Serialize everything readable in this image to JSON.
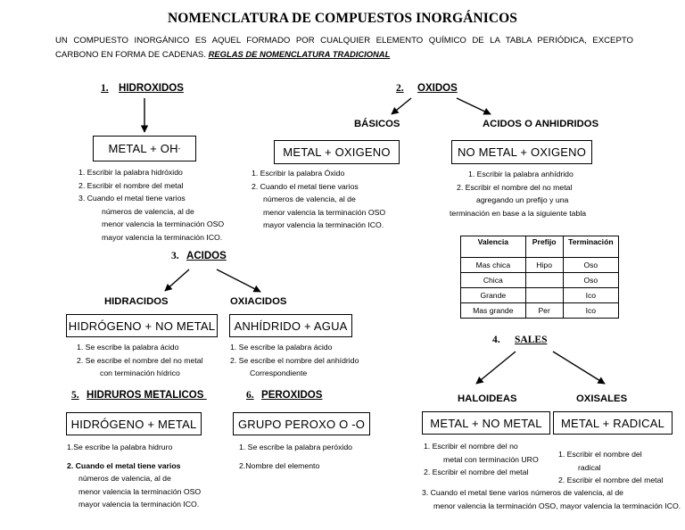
{
  "document": {
    "title": "NOMENCLATURA DE COMPUESTOS INORGÁNICOS",
    "intro_line1": "UN COMPUESTO INORGÁNICO ES AQUEL FORMADO POR CUALQUIER ELEMENTO QUÍMICO DE LA TABLA PERIÓDICA, EXCEPTO",
    "intro_line2": "CARBONO EN FORMA DE CADENAS.",
    "intro_rules": "REGLAS DE NOMENCLATURA TRADICIONAL"
  },
  "sections": {
    "hidroxidos": {
      "number": "1.",
      "title": "HIDROXIDOS",
      "box": "METAL  +  OH",
      "box_sup": "-",
      "notes": [
        "1.    Escribir la palabra hidróxido",
        "2.    Escribir el nombre del metal",
        "3.    Cuando el metal tiene varios",
        "números de valencia, al de",
        "menor valencia la terminación OSO",
        "mayor valencia la terminación ICO."
      ]
    },
    "oxidos": {
      "number": "2.",
      "title": "OXIDOS",
      "basicos": {
        "title": "BÁSICOS",
        "box": "METAL + OXIGENO",
        "notes": [
          "1. Escribir la palabra Óxido",
          "2. Cuando el metal tiene varios",
          "números de valencia, al de",
          "menor valencia la terminación OSO",
          "mayor valencia la terminación ICO."
        ]
      },
      "acidos_anhidridos": {
        "title": "ACIDOS O ANHIDRIDOS",
        "box": "NO METAL + OXIGENO",
        "notes": [
          "1.    Escribir la palabra anhídrido",
          "2. Escribir el nombre del no metal",
          "agregando un prefijo y una",
          "terminación en base a la siguiente tabla"
        ]
      }
    },
    "tabla_valencia": {
      "headers": [
        "Valencia",
        "Prefijo",
        "Terminación"
      ],
      "rows": [
        [
          "Mas chica",
          "Hipo",
          "Oso"
        ],
        [
          "Chica",
          "",
          "Oso"
        ],
        [
          "Grande",
          "",
          "Ico"
        ],
        [
          "Mas grande",
          "Per",
          "Ico"
        ]
      ]
    },
    "acidos": {
      "number": "3.",
      "title": "ACIDOS",
      "hidracidos": {
        "title": "HIDRACIDOS",
        "box": "HIDRÓGENO  +  NO METAL",
        "notes": [
          "1.    Se escribe la palabra ácido",
          "2.    Se escribe el nombre del no metal",
          "con terminación hídrico"
        ]
      },
      "oxiacidos": {
        "title": "OXIACIDOS",
        "box": "ANHÍDRIDO  +  AGUA",
        "notes": [
          "1.      Se escribe la palabra ácido",
          "2.    Se escribe el nombre del anhídrido",
          "Correspondiente"
        ]
      }
    },
    "sales": {
      "number": "4.",
      "title": "SALES",
      "haloideas": {
        "title": "HALOIDEAS",
        "box": "METAL + NO METAL",
        "notes": [
          "1. Escribir el nombre del no",
          "metal con terminación URO",
          "2. Escribir el nombre del metal"
        ]
      },
      "oxisales": {
        "title": "OXISALES",
        "box": "METAL + RADICAL",
        "notes": [
          "1.     Escribir el nombre del",
          "radical",
          "2.     Escribir el nombre del metal"
        ]
      },
      "shared_notes": [
        "3. Cuando el metal tiene varios  números de valencia, al de",
        "menor valencia la terminación OSO, mayor valencia la terminación ICO."
      ]
    },
    "hidruros_metalicos": {
      "number": "5.",
      "title": "HIDRUROS METALICOS",
      "box": "HIDRÓGENO  +  METAL",
      "notes": [
        "1.Se escribe la palabra hidruro",
        "2. Cuando el metal tiene varios",
        "números de valencia, al de",
        "menor valencia la terminación OSO",
        "mayor valencia la terminación ICO."
      ]
    },
    "peroxidos": {
      "number": "6.",
      "title": "PEROXIDOS",
      "box": "GRUPO PEROXO  O -O",
      "notes": [
        "1.  Se escribe la palabra peróxido",
        "2.Nombre del elemento"
      ]
    }
  }
}
